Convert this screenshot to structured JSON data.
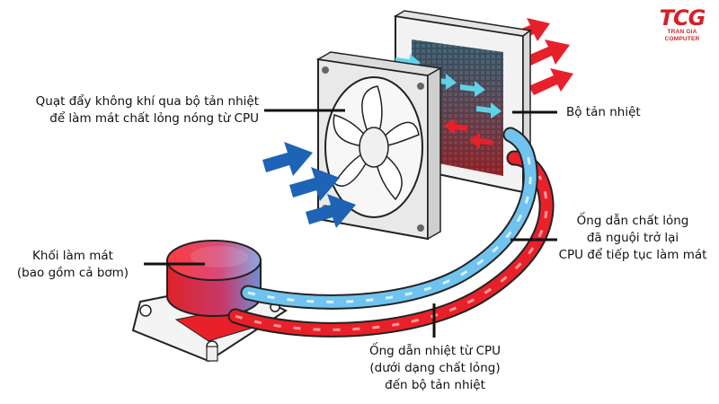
{
  "brand": {
    "logo_text": "TCG",
    "logo_subtext": "TRAN GIA COMPUTER",
    "accent_color": "#d4202a"
  },
  "labels": {
    "fan": {
      "line1": "Quạt đẩy không khí qua bộ tản nhiệt",
      "line2": "để làm mát chất lỏng nóng từ CPU"
    },
    "radiator": {
      "line1": "Bộ tản nhiệt"
    },
    "cold_tube": {
      "line1": "Ống dẫn chất lỏng",
      "line2": "đã nguội trở lại",
      "line3": "CPU để tiếp tục làm mát"
    },
    "cold_block": {
      "line1": "Khối làm mát",
      "line2": "(bao gồm cả bơm)"
    },
    "hot_tube": {
      "line1": "Ống dẫn nhiệt từ CPU",
      "line2": "(dưới dạng chất lỏng)",
      "line3": "đến bộ tản nhiệt"
    }
  },
  "colors": {
    "hot": "#e8202a",
    "cold": "#5bb8e8",
    "airflow_in": "#1e63b5",
    "airflow_out": "#e8202a"
  }
}
